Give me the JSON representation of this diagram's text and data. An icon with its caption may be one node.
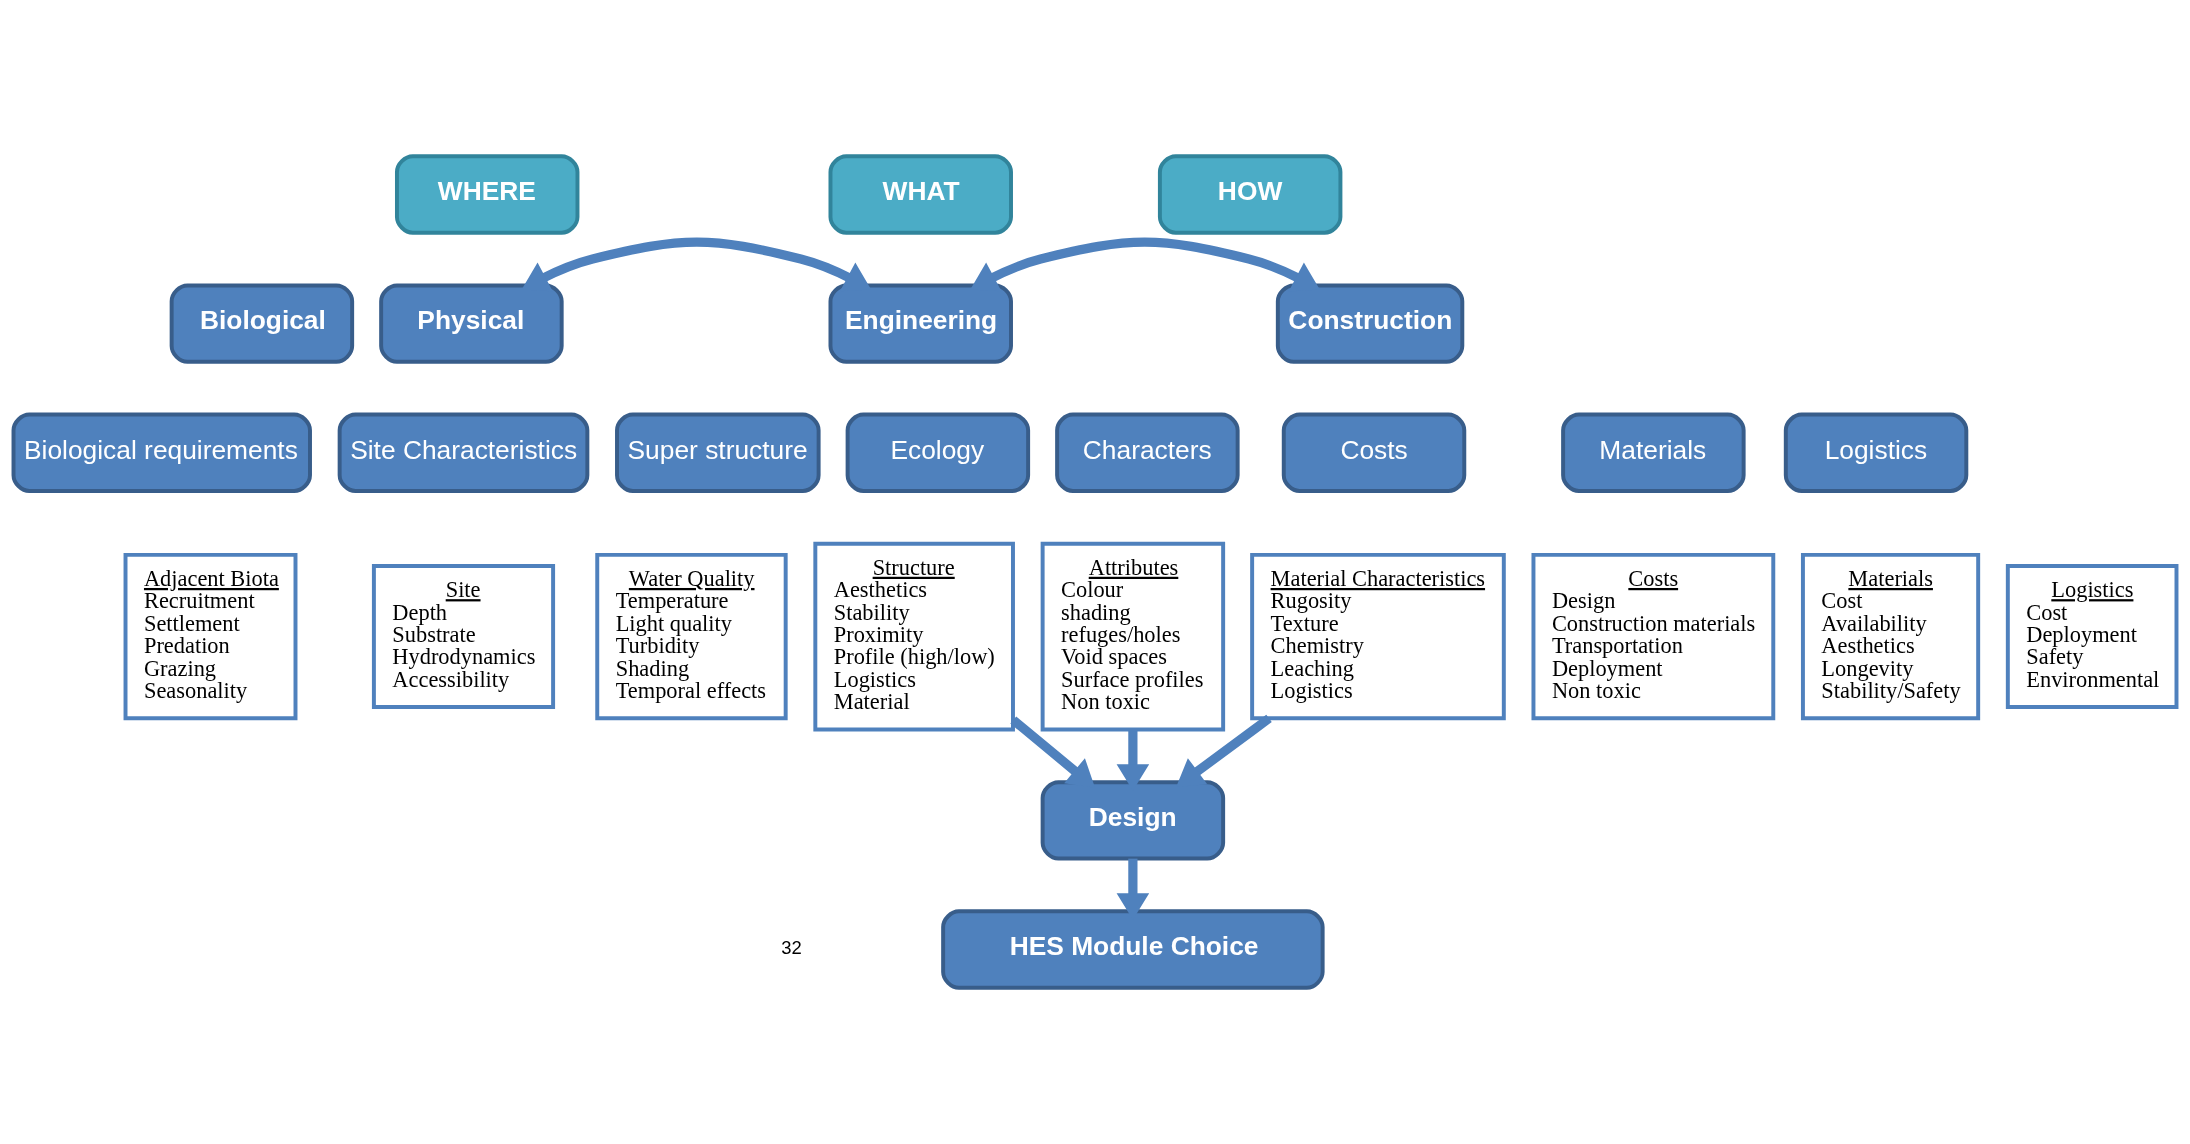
{
  "diagram": {
    "nodes": [
      {
        "text": [
          "WHERE"
        ]
      },
      {
        "text": [
          "WHAT"
        ]
      },
      {
        "text": [
          "HOW"
        ]
      },
      {
        "text": [
          "Biological"
        ]
      },
      {
        "text": [
          "Physical"
        ]
      },
      {
        "text": [
          "Engineering"
        ]
      },
      {
        "text": [
          "Construction"
        ]
      },
      {
        "text": [
          "Biological requirements"
        ]
      },
      {
        "text": [
          "Site Characteristics"
        ]
      },
      {
        "text": [
          "Super structure"
        ]
      },
      {
        "text": [
          "Ecology"
        ]
      },
      {
        "text": [
          "Characters"
        ]
      },
      {
        "text": [
          "Costs"
        ]
      },
      {
        "text": [
          "Materials"
        ]
      },
      {
        "text": [
          "Logistics"
        ]
      },
      {
        "text": [
          "Adjacent Biota",
          "Recruitment",
          "Settlement",
          "Predation",
          "Grazing",
          "Seasonality"
        ]
      },
      {
        "text": [
          "Site",
          "Depth",
          "Substrate",
          "Hydrodynamics",
          "Accessibility"
        ]
      },
      {
        "text": [
          "Water Quality",
          "Temperature",
          "Light quality",
          "Turbidity",
          "Shading",
          "Temporal effects"
        ]
      },
      {
        "text": [
          "Structure",
          "Aesthetics",
          "Stability",
          "Proximity",
          "Profile (high/low)",
          "Logistics",
          "Material"
        ]
      },
      {
        "text": [
          "Attributes",
          "Colour",
          "shading",
          "refuges/holes",
          "Void spaces",
          "Surface profiles",
          "Non toxic"
        ]
      },
      {
        "text": [
          "Material Characteristics",
          "Rugosity",
          "Texture",
          "Chemistry",
          "Leaching",
          "Logistics"
        ]
      },
      {
        "text": [
          "Costs",
          "Design",
          "Construction materials",
          "Transportation",
          "Deployment",
          "Non toxic"
        ]
      },
      {
        "text": [
          "Materials",
          "Cost",
          "Availability",
          "Aesthetics",
          "Longevity",
          "Stability/Safety"
        ]
      },
      {
        "text": [
          "Logistics",
          "Cost",
          "Deployment",
          "Safety",
          "Environmental"
        ]
      },
      {
        "text": [
          "Design"
        ]
      },
      {
        "text": [
          "HES Module Choice"
        ]
      }
    ],
    "edges": [
      {
        "from": 4,
        "to": 5,
        "arrow": "both"
      },
      {
        "from": 5,
        "to": 6,
        "arrow": "both"
      },
      {
        "from": 18,
        "to": 24,
        "arrow": "to"
      },
      {
        "from": 19,
        "to": 24,
        "arrow": "to"
      },
      {
        "from": 20,
        "to": 24,
        "arrow": "to"
      },
      {
        "from": 24,
        "to": 25,
        "arrow": "to"
      }
    ],
    "labels": [
      "32"
    ]
  }
}
